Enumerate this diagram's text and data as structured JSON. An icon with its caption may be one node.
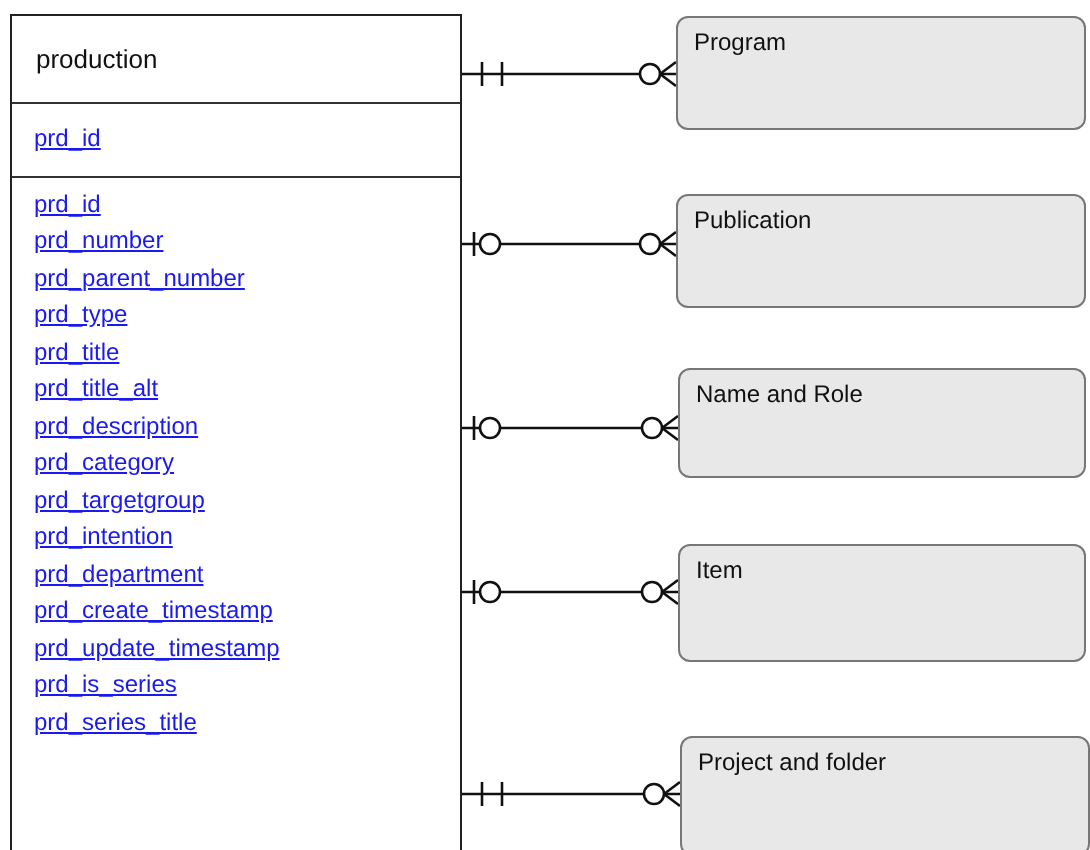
{
  "diagram": {
    "nodes": [
      {
        "text": [
          "production",
          "prd_id",
          "prd_id",
          "prd_number",
          "prd_parent_number",
          "prd_type",
          "prd_title",
          "prd_title_alt",
          "prd_description",
          "prd_category",
          "prd_targetgroup",
          "prd_intention",
          "prd_department",
          "prd_create_timestamp",
          "prd_update_timestamp",
          "prd_is_series",
          "prd_series_title"
        ]
      },
      {
        "text": [
          "Program"
        ]
      },
      {
        "text": [
          "Publication"
        ]
      },
      {
        "text": [
          "Name and Role"
        ]
      },
      {
        "text": [
          "Item"
        ]
      },
      {
        "text": [
          "Project and folder"
        ]
      }
    ],
    "edges": [
      {
        "from": 0,
        "to": 1,
        "arrow": "other"
      },
      {
        "from": 0,
        "to": 2,
        "arrow": "other"
      },
      {
        "from": 0,
        "to": 3,
        "arrow": "other"
      },
      {
        "from": 0,
        "to": 4,
        "arrow": "other"
      },
      {
        "from": 0,
        "to": 5,
        "arrow": "other"
      }
    ]
  }
}
